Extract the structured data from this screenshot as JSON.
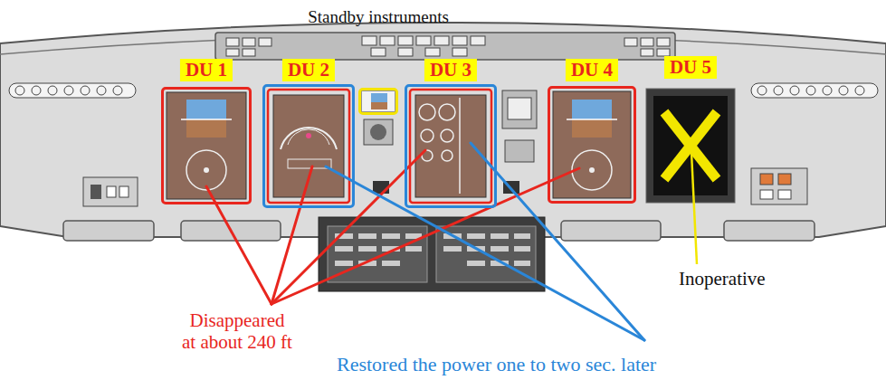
{
  "diagram": {
    "nodes": [
      {
        "text": [
          "DU 1"
        ]
      },
      {
        "text": [
          "DU 2"
        ]
      },
      {
        "text": [
          "Standby instruments"
        ]
      },
      {
        "text": [
          "DU 3"
        ]
      },
      {
        "text": [
          "DU 4"
        ]
      },
      {
        "text": [
          "DU 5"
        ]
      }
    ],
    "labels": [
      "Inoperative",
      "Disappeared at about 240 ft",
      "Restored the power one to two sec. later"
    ]
  }
}
